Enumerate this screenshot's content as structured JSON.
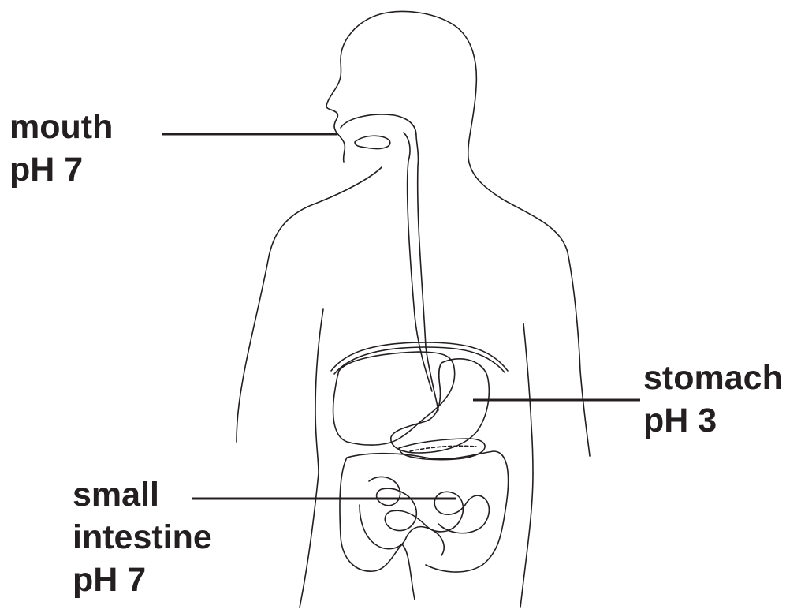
{
  "labels": {
    "mouth": {
      "name": "mouth",
      "ph": "pH 7"
    },
    "stomach": {
      "name": "stomach",
      "ph": "pH 3"
    },
    "small_intestine": {
      "name_line1": "small",
      "name_line2": "intestine",
      "ph": "pH 7"
    }
  },
  "colors": {
    "outline": "#231f20",
    "background": "#ffffff"
  }
}
